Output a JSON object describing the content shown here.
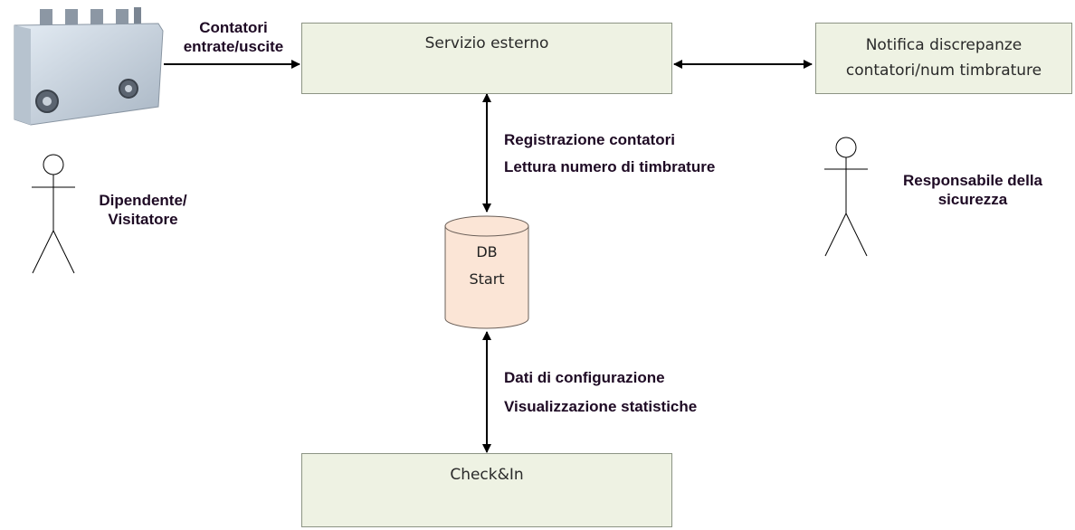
{
  "boxes": {
    "servizio_esterno": "Servizio esterno",
    "notifica_line1": "Notifica discrepanze",
    "notifica_line2": "contatori/num timbrature",
    "checkin": "Check&In"
  },
  "database": {
    "line1": "DB",
    "line2": "Start"
  },
  "labels": {
    "contatori_line1": "Contatori",
    "contatori_line2": "entrate/uscite",
    "registrazione": "Registrazione contatori",
    "lettura": "Lettura numero di timbrature",
    "dati": "Dati di configurazione",
    "visualizzazione": "Visualizzazione statistiche"
  },
  "actors": {
    "dipendente_line1": "Dipendente/",
    "dipendente_line2": "Visitatore",
    "responsabile_line1": "Responsabile della",
    "responsabile_line2": "sicurezza"
  },
  "colors": {
    "box_fill": "#eef2e3",
    "db_fill": "#fbe5d6",
    "label_text": "#1e0a24"
  }
}
